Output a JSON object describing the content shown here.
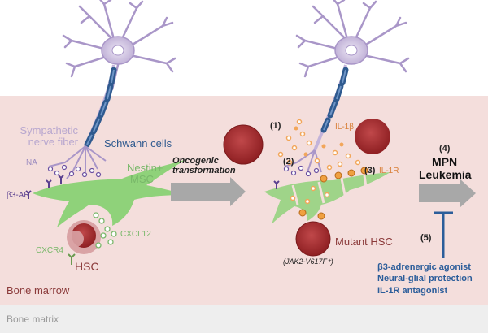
{
  "labels": {
    "sympathetic_nerve_fiber": [
      "Sympathetic",
      "nerve fiber"
    ],
    "schwann_cells": "Schwann cells",
    "na": "NA",
    "beta3_ar": "β3-AR",
    "nestin_msc": [
      "Nestin+",
      "MSC"
    ],
    "cxcl12": "CXCL12",
    "cxcr4": "CXCR4",
    "hsc": "HSC",
    "bone_marrow": "Bone marrow",
    "bone_matrix": "Bone matrix",
    "oncogenic_transformation": [
      "Oncogenic",
      "transformation"
    ],
    "step1": "(1)",
    "step2": "(2)",
    "step3": "(3)",
    "il1b": "IL-1β",
    "il1r": "IL-1R",
    "mutant_hsc": "Mutant HSC",
    "jak2": "(JAK2-V617F⁺)",
    "step4": "(4)",
    "mpn": "MPN",
    "leukemia": "Leukemia",
    "step5": "(5)",
    "treatments": [
      "β3-adrenergic agonist",
      "Neural-glial protection",
      "IL-1R antagonist"
    ]
  },
  "colors": {
    "nerve": "#b8a7cf",
    "schwann": "#2f5a8f",
    "msc": "#8fd27a",
    "hsc_dark": "#8e1f22",
    "hsc_light": "#d9a3a5",
    "marrow_bg": "#f4dedc",
    "matrix_bg": "#eeeeee",
    "arrow": "#9a9a9a",
    "treatment_text": "#2b5d9a",
    "il1b_dot": "#f2a65a",
    "msc_text": "#79b86a",
    "marrow_text": "#8b3a3a"
  }
}
